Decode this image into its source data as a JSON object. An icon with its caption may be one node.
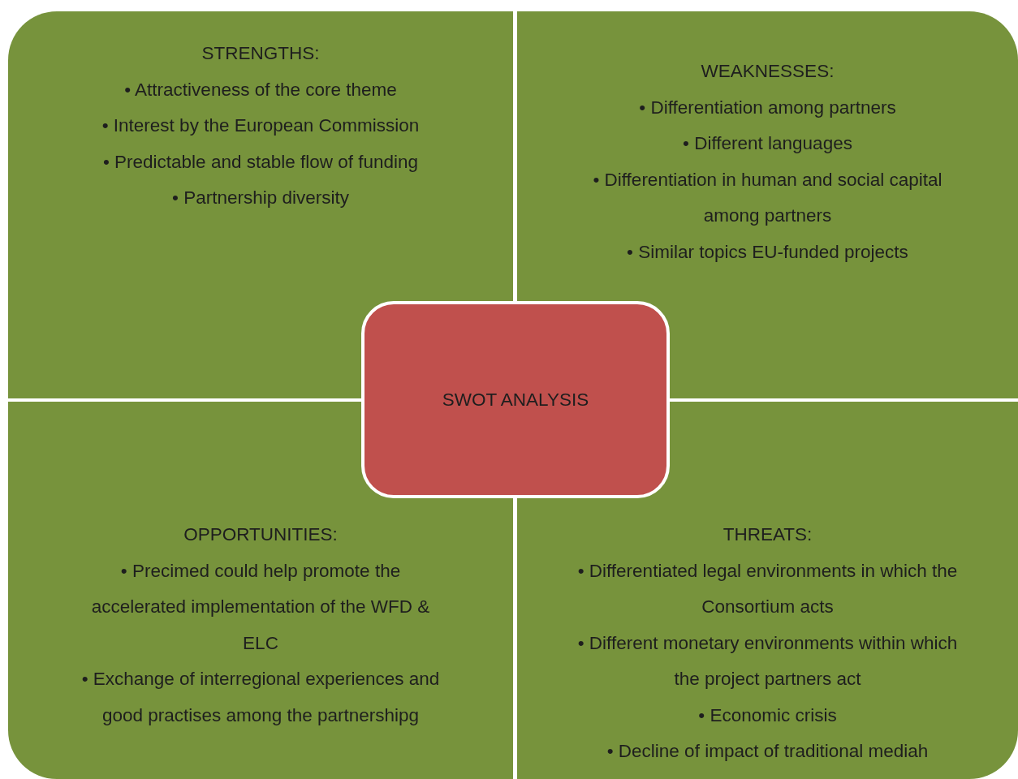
{
  "diagram": {
    "nodes": [
      {
        "text": [
          "STRENGTHS:",
          "• Attractiveness of the core theme",
          "• Interest by the European Commission",
          "• Predictable and stable flow of funding",
          "• Partnership diversity"
        ]
      },
      {
        "text": [
          "WEAKNESSES:",
          "• Differentiation among partners",
          "• Different languages",
          "• Differentiation in human and social capital among partners",
          "• Similar topics EU-funded projects"
        ]
      },
      {
        "text": [
          "OPPORTUNITIES:",
          "• Precimed could help promote the accelerated implementation of the WFD & ELC",
          "• Exchange of interregional experiences and good practises among the partnershipg"
        ]
      },
      {
        "text": [
          "THREATS:",
          "• Differentiated legal environments in which the Consortium acts",
          "• Different monetary environments within which the project partners act",
          "• Economic crisis",
          "• Decline of impact of traditional mediah"
        ]
      },
      {
        "text": [
          "SWOT ANALYSIS"
        ]
      }
    ]
  }
}
